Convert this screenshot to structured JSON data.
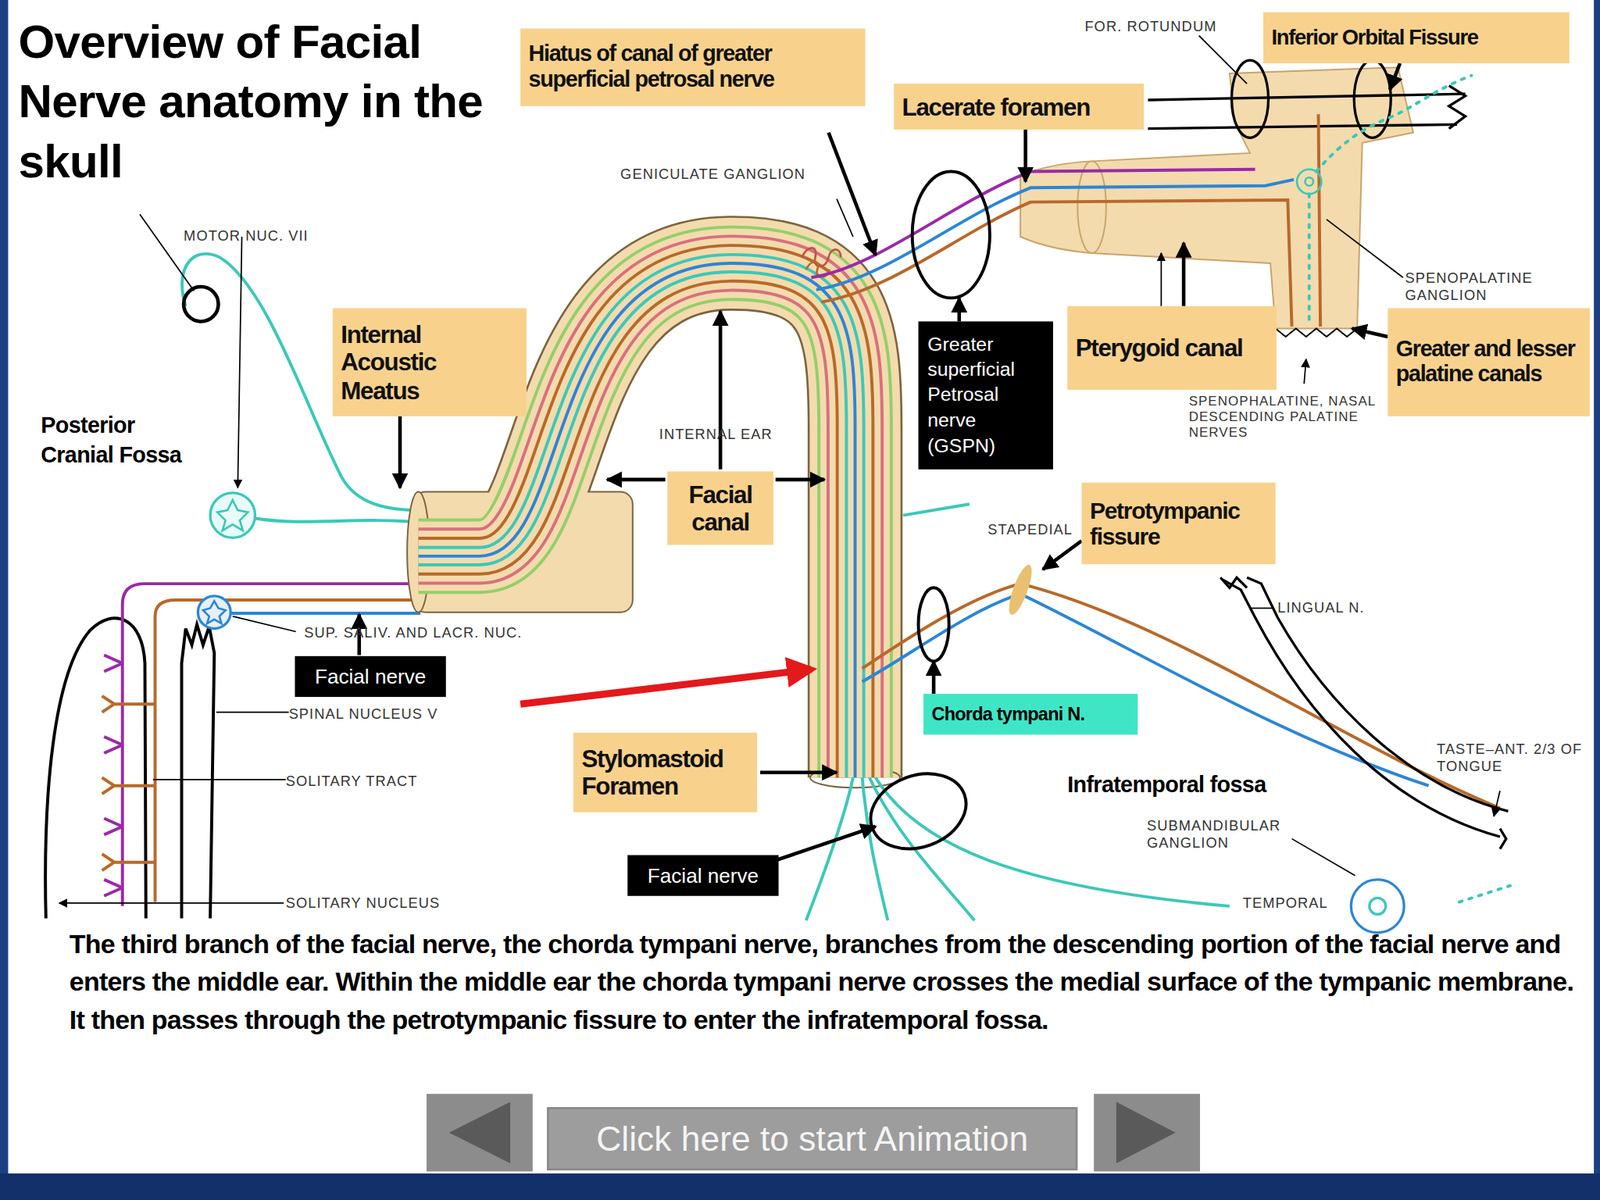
{
  "diagram": {
    "title": "Overview of Facial Nerve anatomy in the skull",
    "caption": "The third branch of the facial nerve, the chorda tympani nerve, branches from the descending portion of the facial nerve and enters the middle ear. Within the middle ear the chorda tympani nerve crosses the medial surface of the tympanic membrane. It then passes through the petrotympanic fissure to enter the infratemporal fossa.",
    "nodes": [
      {
        "text": [
          "Hiatus of canal of greater superficial petrosal nerve"
        ]
      },
      {
        "text": [
          "Inferior Orbital Fissure"
        ]
      },
      {
        "text": [
          "Lacerate foramen"
        ]
      },
      {
        "text": [
          "Internal Acoustic Meatus"
        ]
      },
      {
        "text": [
          "Facial canal"
        ]
      },
      {
        "text": [
          "Greater superficial Petrosal nerve (GSPN)"
        ]
      },
      {
        "text": [
          "Pterygoid canal"
        ]
      },
      {
        "text": [
          "Greater and lesser palatine canals"
        ]
      },
      {
        "text": [
          "Petrotympanic fissure"
        ]
      },
      {
        "text": [
          "Facial nerve"
        ]
      },
      {
        "text": [
          "Chorda tympani N."
        ]
      },
      {
        "text": [
          "Stylomastoid Foramen"
        ]
      },
      {
        "text": [
          "Facial nerve"
        ]
      },
      {
        "text": [
          "Click here to start Animation"
        ]
      }
    ],
    "labels": [
      "Posterior Cranial Fossa",
      "Infratemporal fossa",
      "FOR. ROTUNDUM",
      "GENICULATE GANGLION",
      "MOTOR NUC. VII",
      "INTERNAL EAR",
      "SUP. SALIV. AND LACR. NUC.",
      "SPINAL NUCLEUS V",
      "SOLITARY TRACT",
      "SOLITARY NUCLEUS",
      "STAPEDIAL",
      "SPENOPALATINE GANGLION",
      "SPENOPHALATINE, NASAL DESCENDING PALATINE NERVES",
      "LINGUAL N.",
      "TASTE–ANT. 2/3 OF TONGUE",
      "SUBMANDIBULAR GANGLION",
      "TEMPORAL"
    ]
  }
}
